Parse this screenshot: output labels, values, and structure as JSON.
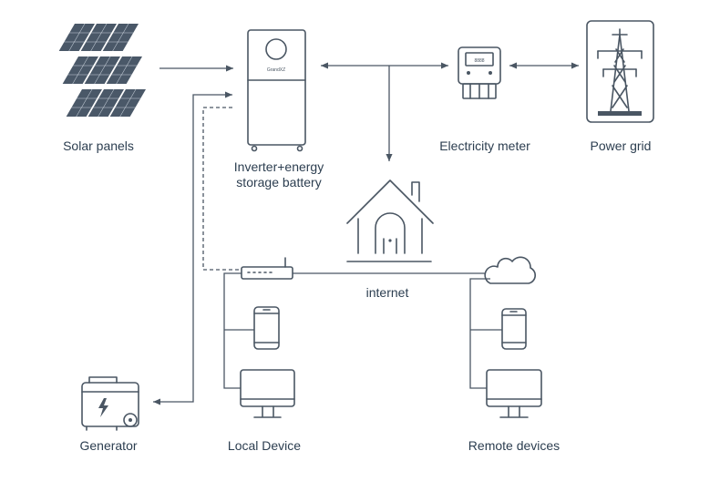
{
  "labels": {
    "solar_panels": "Solar panels",
    "inverter_line1": "Inverter+energy",
    "inverter_line2": "storage battery",
    "electricity_meter": "Electricity meter",
    "power_grid": "Power grid",
    "internet": "internet",
    "generator": "Generator",
    "local_device": "Local Device",
    "remote_devices": "Remote devices"
  },
  "inverter_brand": "GrandXZ",
  "meter_display": "8888",
  "colors": {
    "line": "#4a5663",
    "panel": "#4a5868",
    "text": "#2c3e50",
    "background": "#ffffff"
  },
  "icons": [
    "solar-panel-icon",
    "inverter-battery-icon",
    "electricity-meter-icon",
    "transmission-tower-icon",
    "house-icon",
    "router-icon",
    "cloud-icon",
    "smartphone-icon",
    "monitor-icon",
    "generator-icon"
  ]
}
